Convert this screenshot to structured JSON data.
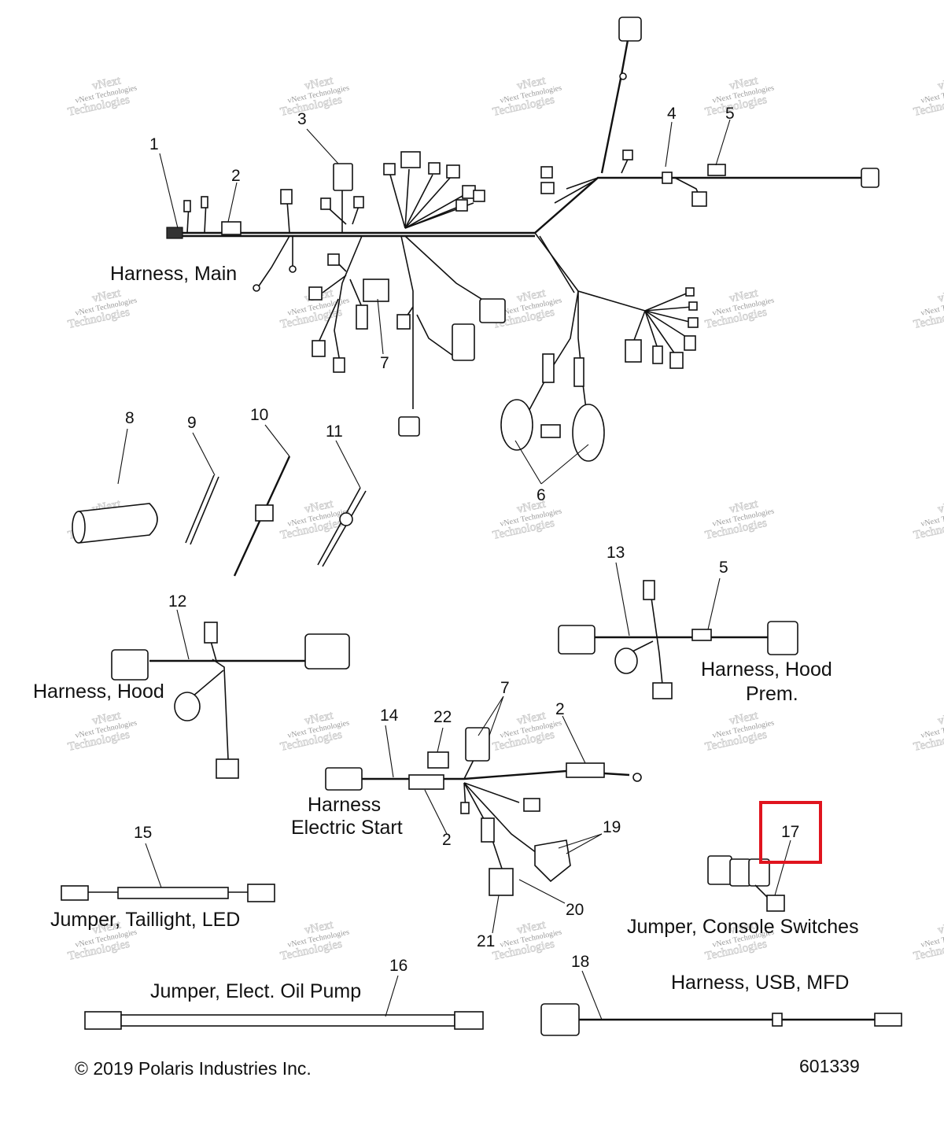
{
  "callouts": {
    "n1": "1",
    "n2": "2",
    "n3": "3",
    "n4": "4",
    "n5": "5",
    "n6": "6",
    "n7": "7",
    "n8": "8",
    "n9": "9",
    "n10": "10",
    "n11": "11",
    "n12": "12",
    "n13": "13",
    "n5b": "5",
    "n7b": "7",
    "n14": "14",
    "n22": "22",
    "n2b": "2",
    "n2c": "2",
    "n19": "19",
    "n20": "20",
    "n21": "21",
    "n17": "17",
    "n15": "15",
    "n16": "16",
    "n18": "18"
  },
  "captions": {
    "harness_main": "Harness, Main",
    "harness_hood": "Harness, Hood",
    "harness_hood_prem_1": "Harness, Hood",
    "harness_hood_prem_2": "Prem.",
    "harness_electric_start_1": "Harness",
    "harness_electric_start_2": "Electric Start",
    "jumper_taillight": "Jumper, Taillight, LED",
    "jumper_console": "Jumper, Console Switches",
    "jumper_oil_pump": "Jumper, Elect. Oil Pump",
    "harness_usb": "Harness, USB, MFD"
  },
  "watermark": {
    "line1": "vNext Technologies",
    "line2": "vNext",
    "line3": "Technologies"
  },
  "footer": {
    "copyright": "© 2019 Polaris Industries Inc.",
    "diagram_number": "601339"
  },
  "highlight": {
    "color": "#e0141e",
    "target": "17"
  }
}
